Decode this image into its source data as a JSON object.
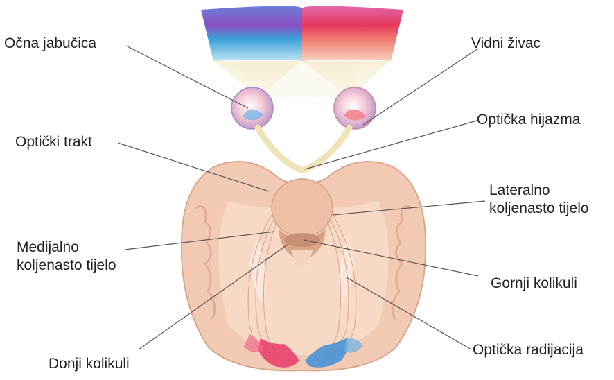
{
  "labels": {
    "ocna_jabucica": "Očna jabučica",
    "vidni_zivac": "Vidni živac",
    "opticka_hijazma": "Optička hijazma",
    "opticki_trakt": "Optički trakt",
    "lateralno_line1": "Lateralno",
    "lateralno_line2": "koljenasto tijelo",
    "medijalno_line1": "Medijalno",
    "medijalno_line2": "koljenasto tijelo",
    "gornji_kolikuli": "Gornji kolikuli",
    "donji_kolikuli": "Donji kolikuli",
    "opticka_radijacija": "Optička radijacija"
  },
  "colors": {
    "leader_line": "#555555",
    "brain_tissue": "#f1c9b1",
    "visual_field_left": "#4a5fc8",
    "visual_field_right": "#e0406a"
  }
}
